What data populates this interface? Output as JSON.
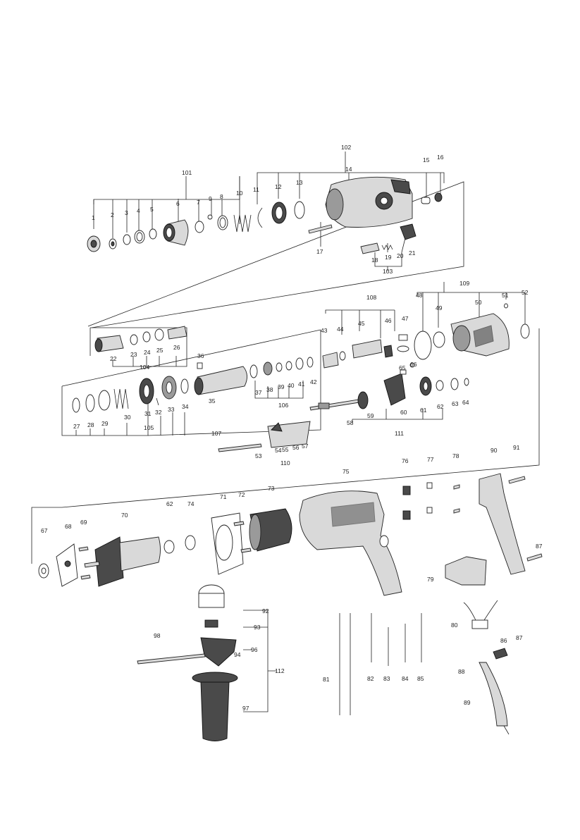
{
  "labels": {
    "p1": "1",
    "p2": "2",
    "p3": "3",
    "p4": "4",
    "p5": "5",
    "p6": "6",
    "p7": "7",
    "p8": "8",
    "p9": "9",
    "p10": "10",
    "p11": "11",
    "p12": "12",
    "p13": "13",
    "p14": "14",
    "p15": "15",
    "p16": "16",
    "p17": "17",
    "p18": "18",
    "p19": "19",
    "p20": "20",
    "p21": "21",
    "p22": "22",
    "p23": "23",
    "p24": "24",
    "p25": "25",
    "p26": "26",
    "p27": "27",
    "p28": "28",
    "p29": "29",
    "p30": "30",
    "p31": "31",
    "p32": "32",
    "p33": "33",
    "p34": "34",
    "p35": "35",
    "p36": "36",
    "p37": "37",
    "p38": "38",
    "p39": "39",
    "p40": "40",
    "p41": "41",
    "p42": "42",
    "p43": "43",
    "p44": "44",
    "p45": "45",
    "p46": "46",
    "p47": "47",
    "p48": "48",
    "p49": "49",
    "p50": "50",
    "p51": "51",
    "p52": "52",
    "p53": "53",
    "p54": "54",
    "p55": "55",
    "p56": "56",
    "p57": "57",
    "p58": "58",
    "p59": "59",
    "p60": "60",
    "p61": "61",
    "p62": "62",
    "p62b": "62",
    "p63": "63",
    "p64": "64",
    "p65": "65",
    "p66": "66",
    "p67": "67",
    "p68": "68",
    "p69": "69",
    "p70": "70",
    "p71": "71",
    "p72": "72",
    "p73": "73",
    "p74": "74",
    "p75": "75",
    "p76": "76",
    "p77": "77",
    "p78": "78",
    "p79": "79",
    "p80": "80",
    "p81": "81",
    "p82": "82",
    "p83": "83",
    "p84": "84",
    "p85": "85",
    "p86": "86",
    "p87": "87",
    "p87b": "87",
    "p88": "88",
    "p89": "89",
    "p90": "90",
    "p91": "91",
    "p92": "92",
    "p93": "93",
    "p94": "94",
    "p96": "96",
    "p97": "97",
    "p98": "98",
    "p101": "101",
    "p102": "102",
    "p103": "103",
    "p104": "104",
    "p105": "105",
    "p106": "106",
    "p107": "107",
    "p108": "108",
    "p109": "109",
    "p110": "110",
    "p111": "111",
    "p112": "112"
  }
}
